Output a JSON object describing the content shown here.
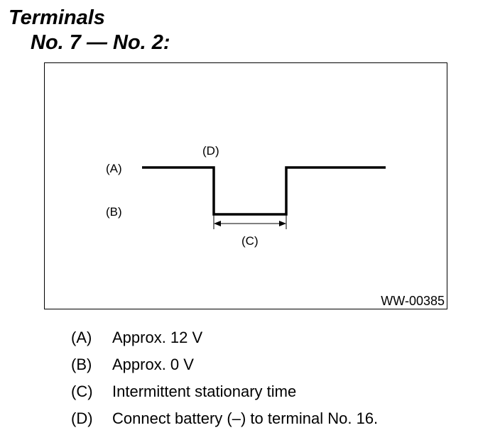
{
  "title": {
    "line1": "Terminals",
    "line2": "No. 7 — No. 2:"
  },
  "diagram": {
    "labels": {
      "a": "(A)",
      "b": "(B)",
      "c": "(C)",
      "d": "(D)"
    },
    "figure_code": "WW-00385"
  },
  "legend": [
    {
      "key": "(A)",
      "text": "Approx. 12 V"
    },
    {
      "key": "(B)",
      "text": "Approx. 0 V"
    },
    {
      "key": "(C)",
      "text": "Intermittent stationary time"
    },
    {
      "key": "(D)",
      "text": "Connect battery (–) to terminal No. 16."
    }
  ]
}
